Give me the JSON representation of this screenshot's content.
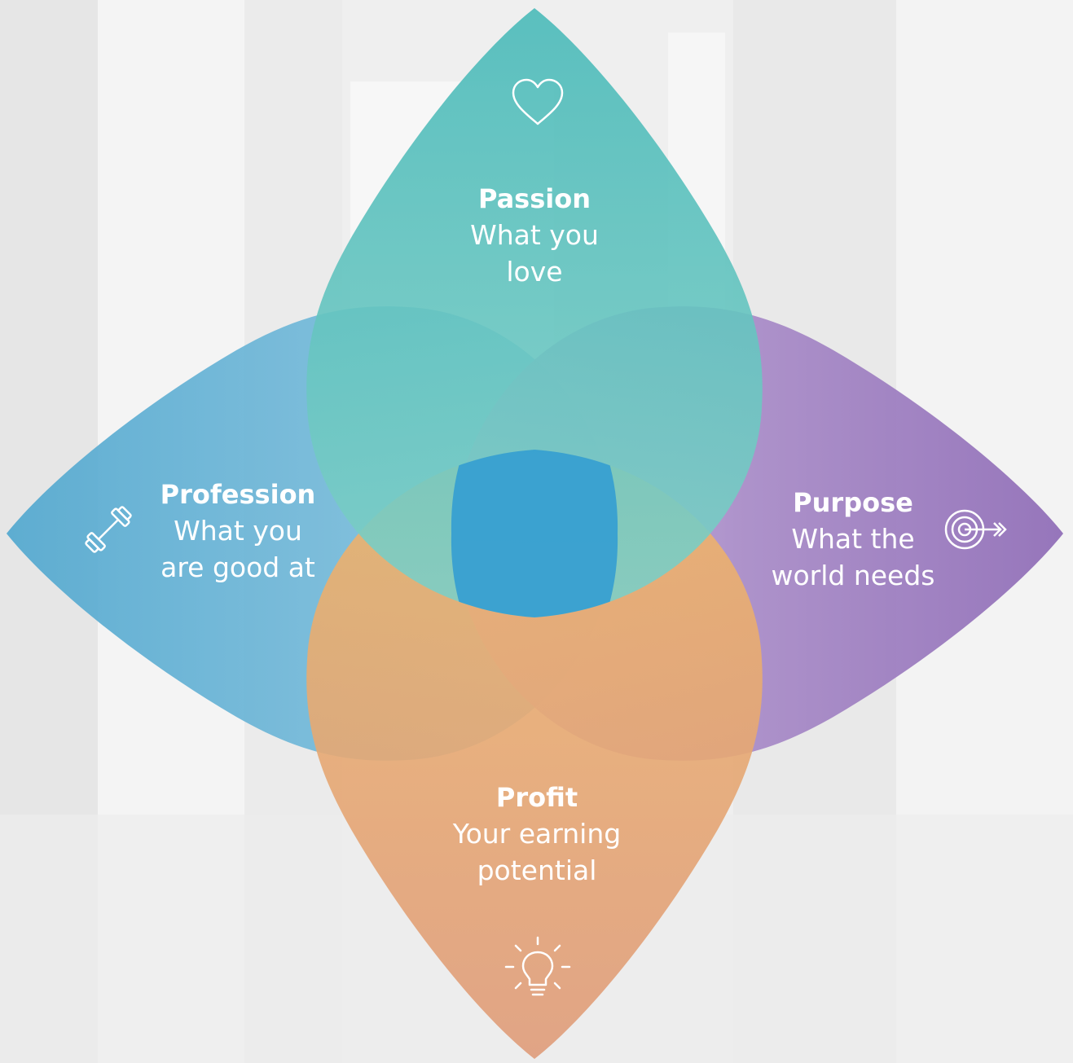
{
  "petals": {
    "passion": {
      "title": "Passion",
      "line1": "What you",
      "line2": "love",
      "icon": "heart-icon",
      "color": "#4fbcbc"
    },
    "profession": {
      "title": "Profession",
      "line1": "What you",
      "line2": "are good at",
      "icon": "dumbbell-icon",
      "color": "#6db4d8"
    },
    "purpose": {
      "title": "Purpose",
      "line1": "What the",
      "line2": "world needs",
      "icon": "target-icon",
      "color": "#a17fc0"
    },
    "profit": {
      "title": "Profit",
      "line1": "Your earning",
      "line2": "potential",
      "icon": "lightbulb-icon",
      "color": "#e9a167"
    }
  },
  "center_color": "#2e9ad3"
}
